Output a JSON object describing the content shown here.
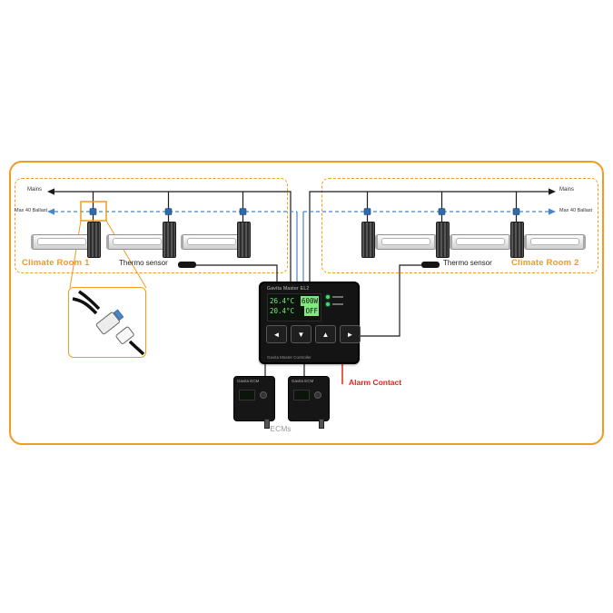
{
  "rooms": [
    {
      "label": "Climate Room 1",
      "mains": "Mains",
      "max_ballast": "Max 40 Ballast",
      "thermo": "Thermo sensor"
    },
    {
      "label": "Climate Room 2",
      "mains": "Mains",
      "max_ballast": "Max 40 Ballast",
      "thermo": "Thermo sensor"
    }
  ],
  "controller": {
    "brand": "Gavita Master EL2",
    "lcd": {
      "temp1": "26.4°C",
      "power": "600W",
      "temp2": "20.4°C",
      "status": "OFF"
    },
    "buttons": [
      "◄",
      "▼",
      "▲",
      "►"
    ],
    "footer": "Gavita Master Controller"
  },
  "ecms": {
    "group_label": "ECMs",
    "units": [
      {
        "brand": "Gavita ECM"
      },
      {
        "brand": "Gavita ECM"
      }
    ]
  },
  "alarm": {
    "label": "Alarm Contact"
  },
  "colors": {
    "accent_orange": "#F29A21",
    "wire_blue": "#4A86C8",
    "alarm_red": "#E1251B",
    "lcd_green": "#7FE87F"
  }
}
